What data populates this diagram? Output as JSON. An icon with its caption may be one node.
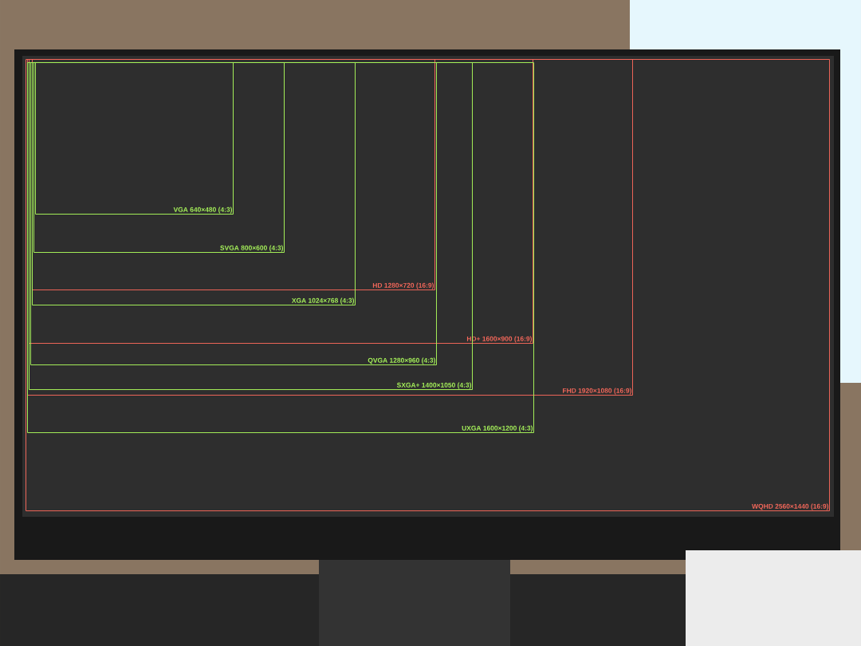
{
  "diagram": {
    "nodes": [
      {
        "text": [
          "VGA 640×480 (4:3)"
        ],
        "in": 1
      },
      {
        "text": [
          "SVGA 800×600 (4:3)"
        ],
        "in": 3
      },
      {
        "text": [
          "HD 1280×720 (16:9)"
        ],
        "in": 5
      },
      {
        "text": [
          "XGA 1024×768 (4:3)"
        ],
        "in": 5
      },
      {
        "text": [
          "HD+ 1600×900 (16:9)"
        ],
        "in": 8
      },
      {
        "text": [
          "QVGA 1280×960 (4:3)"
        ],
        "in": 6
      },
      {
        "text": [
          "SXGA+ 1400×1050 (4:3)"
        ],
        "in": 8
      },
      {
        "text": [
          "FHD 1920×1080 (16:9)"
        ],
        "in": 9
      },
      {
        "text": [
          "UXGA 1600×1200 (4:3)"
        ],
        "in": 9
      },
      {
        "text": [
          "WQHD 2560×1440 (16:9)"
        ]
      }
    ],
    "edges": []
  }
}
